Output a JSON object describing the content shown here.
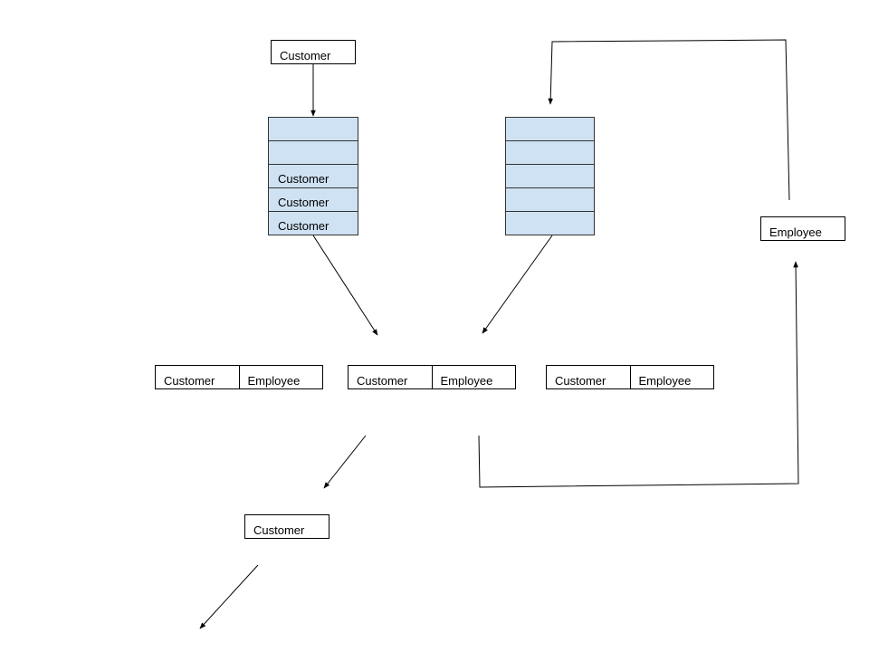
{
  "colors": {
    "queue_fill": "#cfe2f3",
    "stroke": "#000000",
    "background": "#ffffff"
  },
  "incoming_customer": {
    "label": "Customer"
  },
  "customer_queue": {
    "slots": [
      "",
      "",
      "Customer",
      "Customer",
      "Customer"
    ]
  },
  "employee_queue": {
    "slots": [
      "",
      "",
      "",
      "",
      ""
    ]
  },
  "returning_employee": {
    "label": "Employee"
  },
  "service_stations": [
    {
      "customer": "Customer",
      "employee": "Employee"
    },
    {
      "customer": "Customer",
      "employee": "Employee"
    },
    {
      "customer": "Customer",
      "employee": "Employee"
    }
  ],
  "departing_customer": {
    "label": "Customer"
  }
}
